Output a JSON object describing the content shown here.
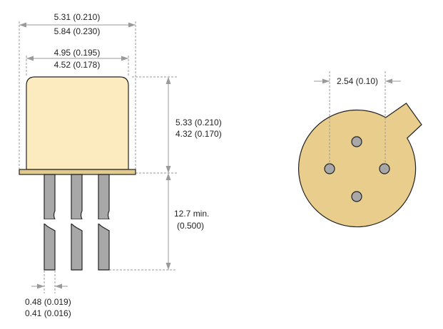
{
  "colors": {
    "body_fill": "#fdebc0",
    "header_fill": "#e4cb8c",
    "base_fill": "#e8cd8c",
    "pin_fill": "#a8a8a8",
    "dimension_line": "#9a9a9a",
    "outline": "#222222"
  },
  "dimensions": {
    "outer_width_max": "5.31 (0.210)",
    "outer_width_min": "5.84 (0.230)",
    "inner_width_max": "4.95 (0.195)",
    "inner_width_min": "4.52 (0.178)",
    "height_max": "5.33 (0.210)",
    "height_min": "4.32 (0.170)",
    "lead_length": "12.7 min.",
    "lead_length_inch": "(0.500)",
    "lead_dia_max": "0.48 (0.019)",
    "lead_dia_min": "0.41 (0.016)",
    "pin_spacing": "2.54 (0.10)"
  }
}
